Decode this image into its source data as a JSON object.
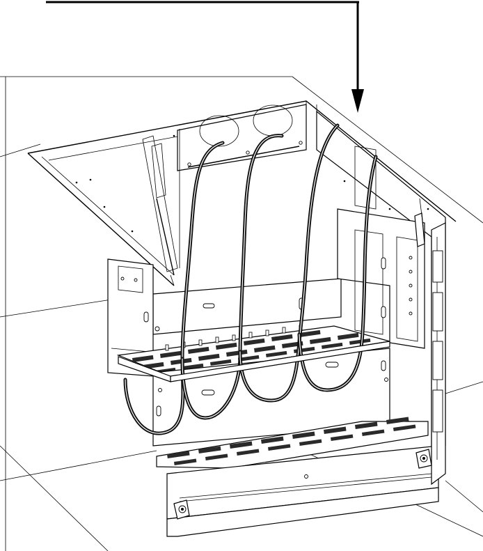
{
  "figure": {
    "callout_arrow_icon": "down-arrow-icon",
    "parts": [
      "ceiling-grid",
      "cabinet-top-opening",
      "upper-cable-tray",
      "lower-cable-tray",
      "fiber-cables",
      "mounting-brackets"
    ],
    "cables": 4,
    "colors": {
      "line": "#000000",
      "background": "#ffffff",
      "cable": "#111111"
    }
  }
}
